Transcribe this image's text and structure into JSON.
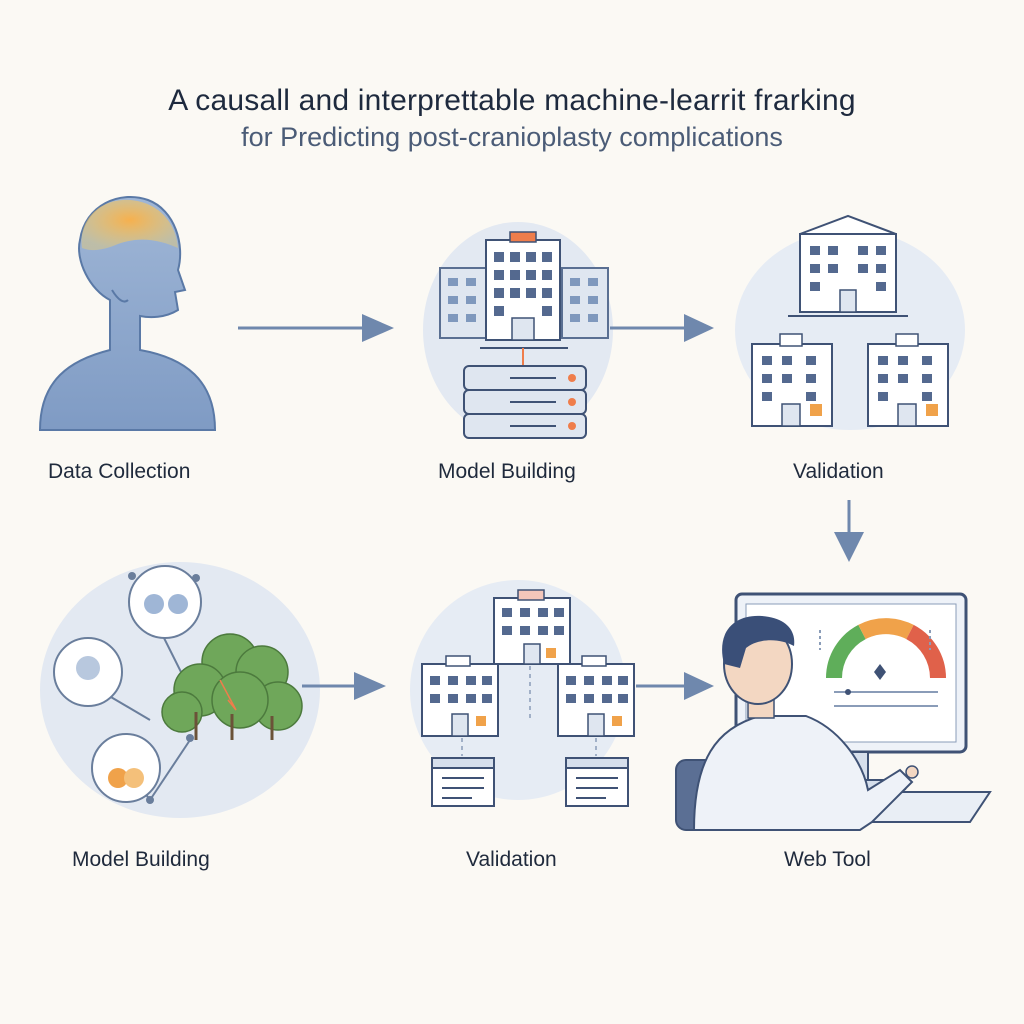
{
  "header": {
    "title": "A causall and interprettable machine-learrit frarking",
    "subtitle": "for Predicting post-cranioplasty complications"
  },
  "steps": [
    {
      "label": "Data Collection",
      "icon": "person-head-icon"
    },
    {
      "label": "Model Building",
      "icon": "hospital-server-icon"
    },
    {
      "label": "Validation",
      "icon": "hospital-network-icon"
    },
    {
      "label": "Model Building",
      "icon": "random-forest-network-icon"
    },
    {
      "label": "Validation",
      "icon": "hospital-report-icon"
    },
    {
      "label": "Web Tool",
      "icon": "clinician-computer-gauge-icon"
    }
  ],
  "colors": {
    "background": "#fbf9f4",
    "arrow": "#6f88ad",
    "blob": "#e3e9f2",
    "accent_orange": "#f0a24a",
    "tree_green": "#5f9a4e"
  }
}
